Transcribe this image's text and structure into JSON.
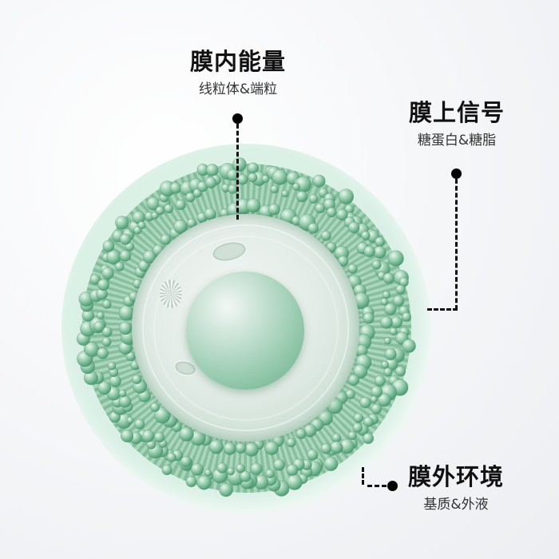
{
  "diagram": {
    "subject": "cell-membrane-illustration",
    "colors": {
      "background": "#f4f5f7",
      "halo": "#d6efe1",
      "membrane": "#8cc6a3",
      "nucleus": "#74b592",
      "callout_line": "#111111",
      "title_text": "#111111",
      "subtitle_text": "#333333"
    }
  },
  "callouts": [
    {
      "title": "膜内能量",
      "subtitle": "线粒体&端粒",
      "position": "top-center"
    },
    {
      "title": "膜上信号",
      "subtitle": "糖蛋白&糖脂",
      "position": "top-right"
    },
    {
      "title": "膜外环境",
      "subtitle": "基质&外液",
      "position": "bottom-right"
    }
  ]
}
